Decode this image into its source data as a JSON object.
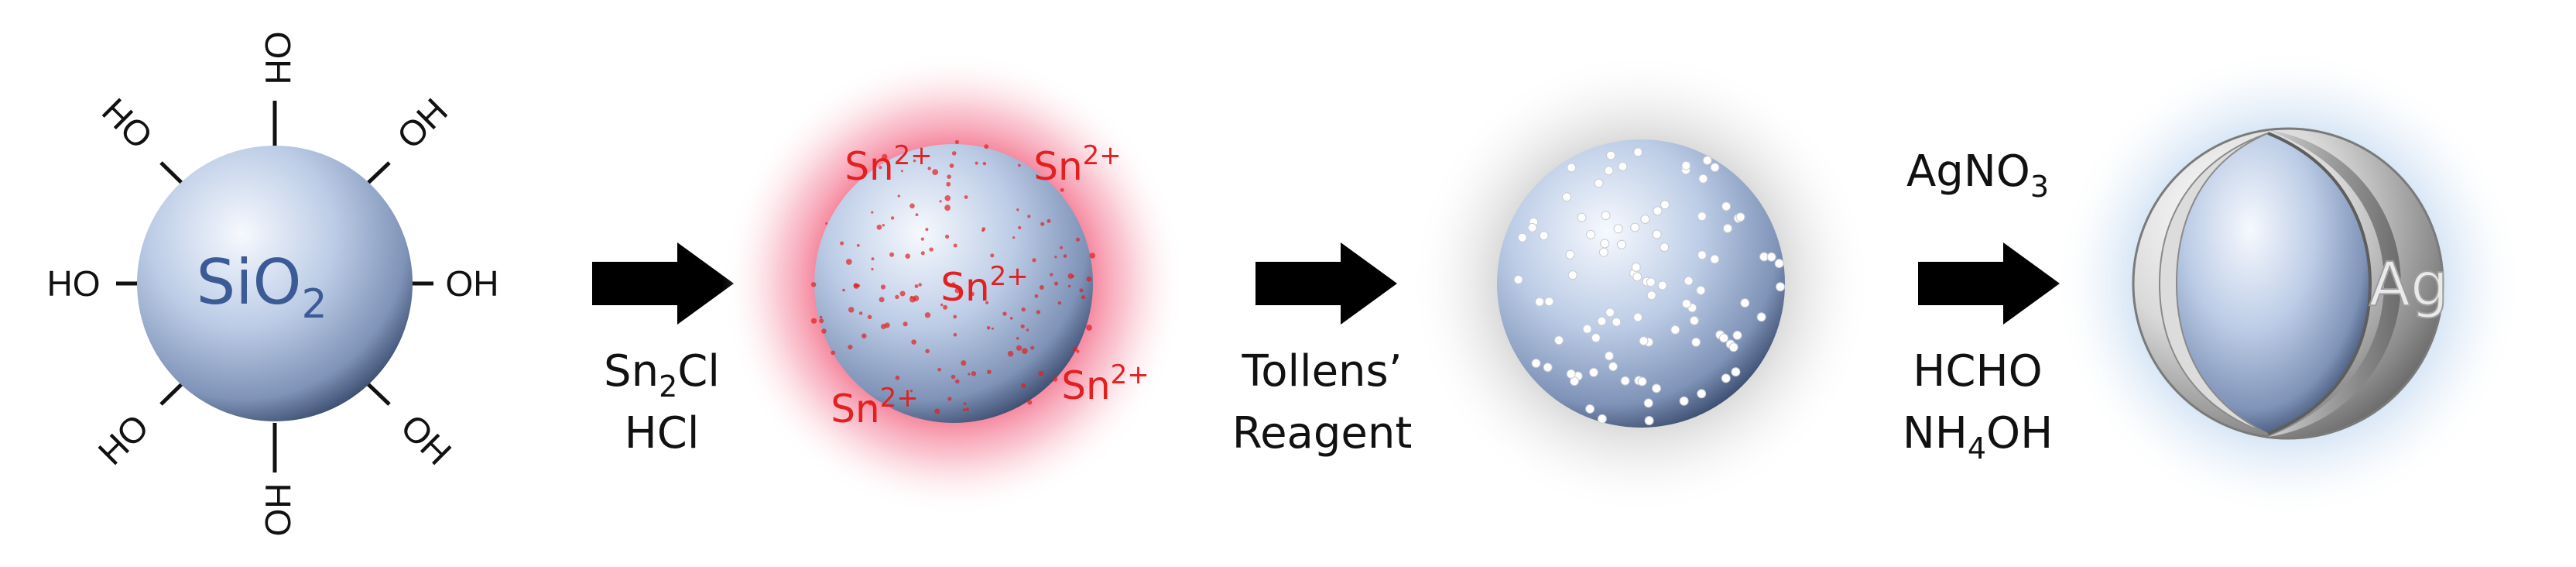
{
  "stage1": {
    "core_label": "SiO",
    "core_sub": "2",
    "hydroxyl": "OH",
    "hydroxyl_left": "HO",
    "hydroxyl_bottom": "HO"
  },
  "step1": {
    "line1_main": "Sn",
    "line1_sub": "2",
    "line1_rest": "Cl",
    "line2": "HCl"
  },
  "stage2": {
    "ion": "Sn",
    "ion_charge": "2+"
  },
  "step2": {
    "line1": "Tollens’",
    "line2": "Reagent"
  },
  "step3": {
    "above_main": "AgNO",
    "above_sub": "3",
    "line1": "HCHO",
    "line2_main": "NH",
    "line2_sub": "4",
    "line2_rest": "OH"
  },
  "stage4": {
    "shell_label": "Ag"
  },
  "colors": {
    "sphere_light": "#eef3fb",
    "sphere_mid": "#b8c8e3",
    "sphere_dark": "#2c3d5e",
    "sio2_text": "#3b5a96",
    "tin_ion": "#e32020",
    "tin_glow": "#f36a86",
    "arrow": "#000000",
    "silver": "#9a9a9a",
    "ag_text": "#e8e8e8"
  }
}
